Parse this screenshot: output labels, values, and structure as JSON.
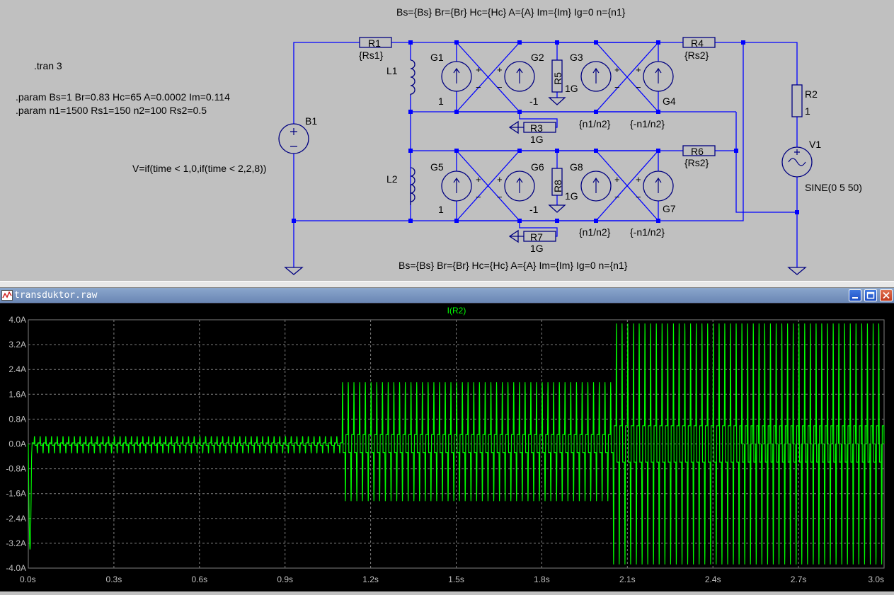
{
  "schematic": {
    "top_label": "Bs={Bs} Br={Br} Hc={Hc} A={A} Im={Im} Ig=0 n={n1}",
    "bottom_label": "Bs={Bs} Br={Br} Hc={Hc} A={A} Im={Im} Ig=0 n={n1}",
    "tran": ".tran 3",
    "param1": ".param Bs=1 Br=0.83 Hc=65 A=0.0002 Im=0.114",
    "param2": ".param n1=1500 Rs1=150 n2=100 Rs2=0.5",
    "b1_expr": "V=if(time < 1,0,if(time < 2,2,8))",
    "parts": {
      "B1": "B1",
      "R1": "R1",
      "R1_val": "{Rs1}",
      "L1": "L1",
      "L2": "L2",
      "G1": "G1",
      "G1_val": "1",
      "G2": "G2",
      "G2_val": "-1",
      "G3": "G3",
      "G3_val": "{n1/n2}",
      "G4": "G4",
      "G4_val": "{-n1/n2}",
      "G5": "G5",
      "G5_val": "1",
      "G6": "G6",
      "G6_val": "-1",
      "G7": "G7",
      "G7_val": "{-n1/n2}",
      "G8": "G8",
      "G8_val": "{n1/n2}",
      "R3": "R3",
      "R3_val": "1G",
      "R5": "R5",
      "R5_val": "1G",
      "R7": "R7",
      "R7_val": "1G",
      "R8": "R8",
      "R8_val": "1G",
      "R4": "R4",
      "R4_val": "{Rs2}",
      "R6": "R6",
      "R6_val": "{Rs2}",
      "R2": "R2",
      "R2_val": "1",
      "V1": "V1",
      "V1_val": "SINE(0 5 50)"
    }
  },
  "window": {
    "title": "transduktor.raw",
    "trace_label": "I(R2)"
  },
  "colors": {
    "wire": "#0000ff",
    "trace": "#00ff00",
    "plot_bg": "#000000",
    "grid": "#808080",
    "axis_text": "#c0c0c0"
  },
  "chart_data": {
    "type": "line",
    "title": "I(R2)",
    "xlabel": "",
    "ylabel": "",
    "x_ticks": [
      "0.0s",
      "0.3s",
      "0.6s",
      "0.9s",
      "1.2s",
      "1.5s",
      "1.8s",
      "2.1s",
      "2.4s",
      "2.7s",
      "3.0s"
    ],
    "y_ticks": [
      "4.0A",
      "3.2A",
      "2.4A",
      "1.6A",
      "0.8A",
      "0.0A",
      "-0.8A",
      "-1.6A",
      "-2.4A",
      "-3.2A",
      "-4.0A"
    ],
    "xlim": [
      0,
      3
    ],
    "ylim": [
      -4,
      4
    ],
    "grid": true,
    "series": [
      {
        "name": "I(R2)",
        "frequency_hz": 50,
        "segments": [
          {
            "t_start": 0.0,
            "t_end": 1.1,
            "max": 0.25,
            "min": -0.3
          },
          {
            "t_start": 1.1,
            "t_end": 2.05,
            "max": 2.0,
            "min": -1.85
          },
          {
            "t_start": 2.05,
            "t_end": 3.0,
            "max": 3.9,
            "min": -3.9
          }
        ],
        "initial_spike_min": -3.4
      }
    ]
  }
}
